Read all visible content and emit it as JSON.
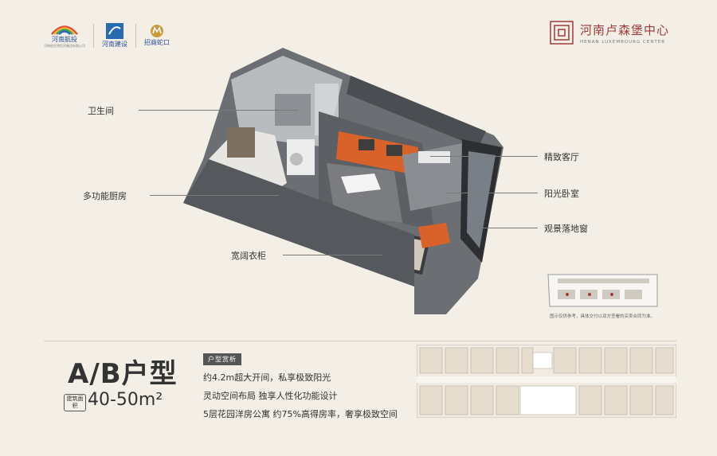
{
  "header": {
    "logos": [
      {
        "name": "河南航投",
        "sub": "河南航空港投资集团有限公司"
      },
      {
        "name": "河南建设",
        "sub": ""
      },
      {
        "name": "招商蛇口",
        "sub": ""
      }
    ],
    "brand": {
      "title": "河南卢森堡中心",
      "subtitle": "HENAN LUXEMBOURG CENTER"
    }
  },
  "callouts": {
    "bathroom": "卫生间",
    "kitchen": "多功能厨房",
    "wardrobe": "宽阔衣柜",
    "living": "精致客厅",
    "bedroom": "阳光卧室",
    "window": "观景落地窗"
  },
  "keyplan_note": "图示仅供参考，具体交付以双方签署的买卖合同为准。",
  "unit": {
    "type_title": "A/B户型",
    "area_label": "建筑面积",
    "area_value": "40-50m²",
    "features_tag": "户型赏析",
    "features": [
      "约4.2m超大开间，私享极致阳光",
      "灵动空间布局 独享人性化功能设计",
      "5层花园洋房公寓 约75%高得房率，奢享极致空间"
    ]
  },
  "colors": {
    "accent": "#a23b3b",
    "sofa": "#d9622b",
    "wall": "#4a4d52",
    "background": "#f3efe6"
  }
}
